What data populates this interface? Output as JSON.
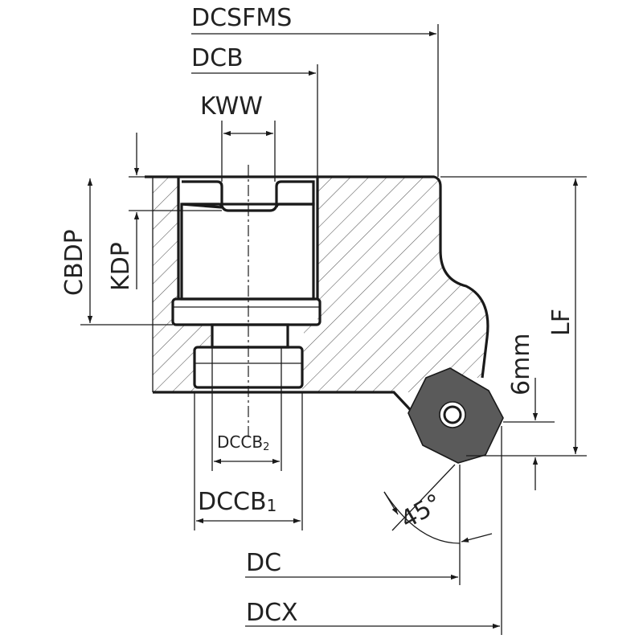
{
  "labels": {
    "dcsfms": "DCSFMS",
    "dcb": "DCB",
    "kww": "KWW",
    "cbdp": "CBDP",
    "kdp": "KDP",
    "dccb2_main": "DCCB",
    "dccb2_sub": "2",
    "dccb1_main": "DCCB",
    "dccb1_sub": "1",
    "angle": "45°",
    "insert_dim": "6mm",
    "lf": "LF",
    "dc": "DC",
    "dcx": "DCX"
  },
  "colors": {
    "line": "#1a1a1a",
    "hatch": "#555555",
    "insert": "#5a5a5a",
    "text": "#222222"
  }
}
